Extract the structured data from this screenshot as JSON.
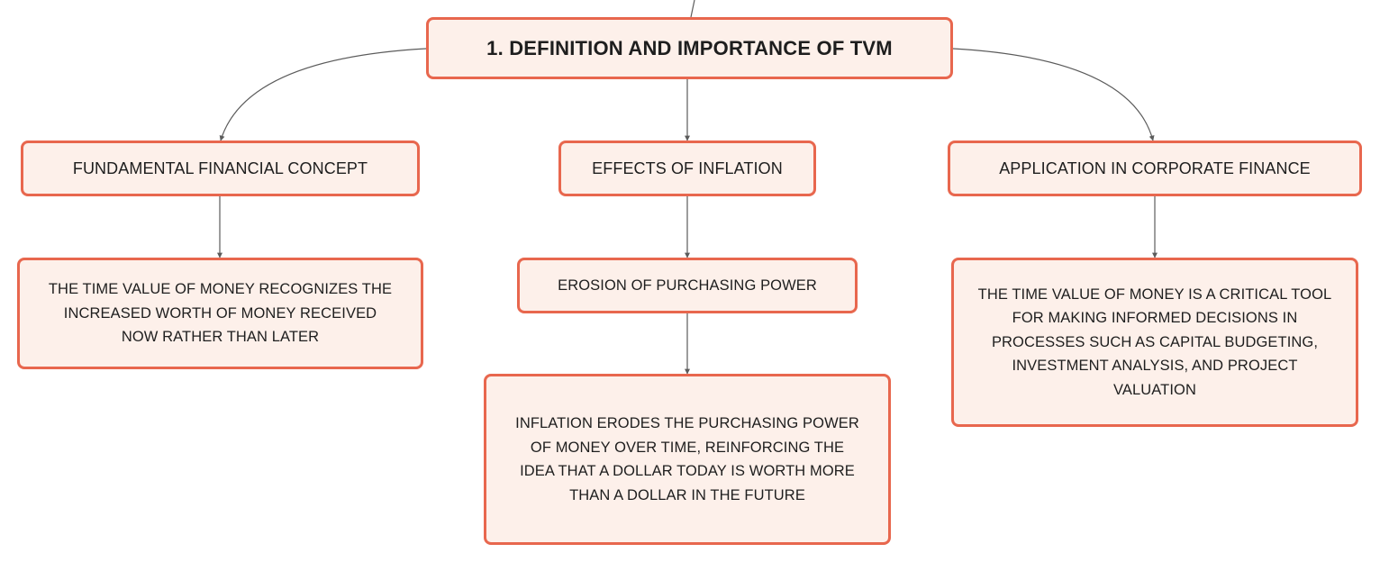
{
  "diagram": {
    "root": {
      "label": "1. DEFINITION AND IMPORTANCE OF TVM"
    },
    "branches": [
      {
        "label": "FUNDAMENTAL FINANCIAL CONCEPT",
        "children": [
          {
            "label": "THE TIME VALUE OF MONEY RECOGNIZES THE INCREASED WORTH OF MONEY RECEIVED NOW RATHER THAN LATER"
          }
        ]
      },
      {
        "label": "EFFECTS OF INFLATION",
        "children": [
          {
            "label": "EROSION OF PURCHASING POWER",
            "children": [
              {
                "label": "INFLATION ERODES THE PURCHASING POWER OF MONEY OVER TIME, REINFORCING THE IDEA THAT A DOLLAR TODAY IS WORTH MORE THAN A DOLLAR IN THE FUTURE"
              }
            ]
          }
        ]
      },
      {
        "label": "APPLICATION IN CORPORATE FINANCE",
        "children": [
          {
            "label": "THE TIME VALUE OF MONEY IS A CRITICAL TOOL FOR MAKING INFORMED DECISIONS IN PROCESSES SUCH AS CAPITAL BUDGETING, INVESTMENT ANALYSIS, AND PROJECT VALUATION"
          }
        ]
      }
    ],
    "colors": {
      "node_border": "#e8674e",
      "node_fill": "#fdf0ea",
      "connector": "#5b5b5b",
      "text": "#1e1e1e"
    }
  }
}
